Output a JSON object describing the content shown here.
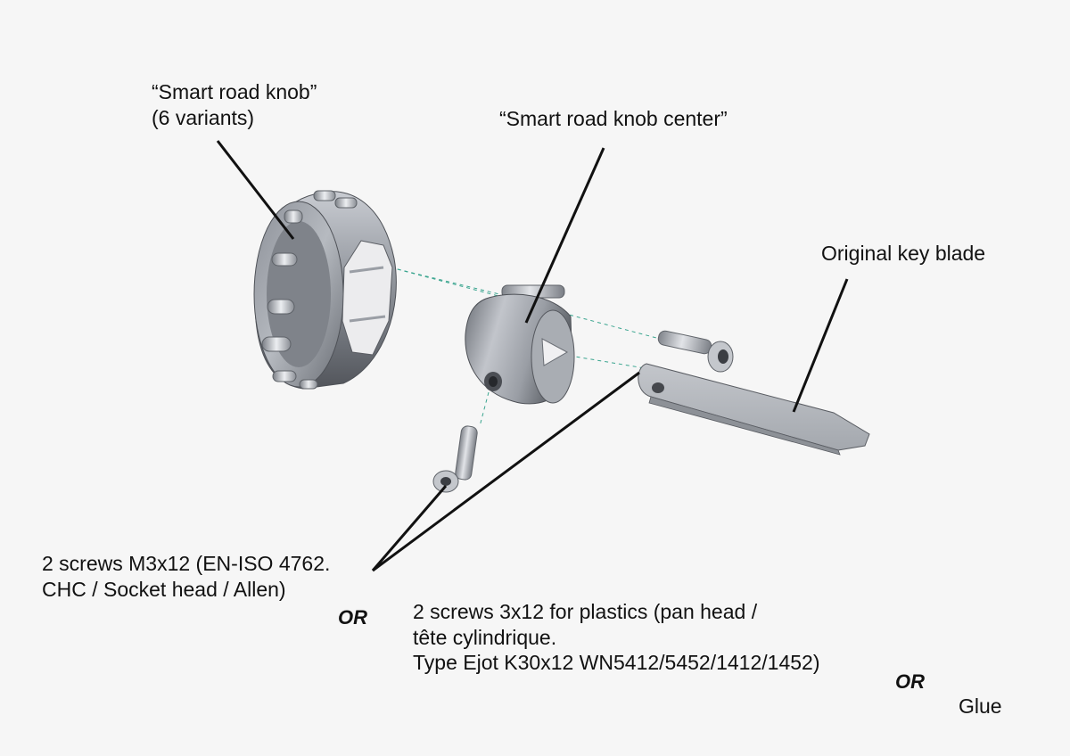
{
  "labels": {
    "knob_line1": "“Smart road knob”",
    "knob_line2": "(6 variants)",
    "center": "“Smart road knob center”",
    "key_blade": "Original key blade",
    "screws_m3_line1": "2 screws M3x12 (EN-ISO 4762.",
    "screws_m3_line2": "CHC / Socket head / Allen)",
    "or_1": "OR",
    "screws_plastic_line1": "2 screws 3x12 for plastics (pan head /",
    "screws_plastic_line2": "tête cylindrique.",
    "screws_plastic_line3": "Type Ejot K30x12 WN5412/5452/1412/1452)",
    "or_2": "OR",
    "glue": "Glue"
  },
  "colors": {
    "background": "#f6f6f6",
    "metal_dark": "#5f6268",
    "metal_mid": "#9da1a8",
    "metal_light": "#d8dbe0",
    "leader": "#111111",
    "axis": "#3aa58f"
  }
}
